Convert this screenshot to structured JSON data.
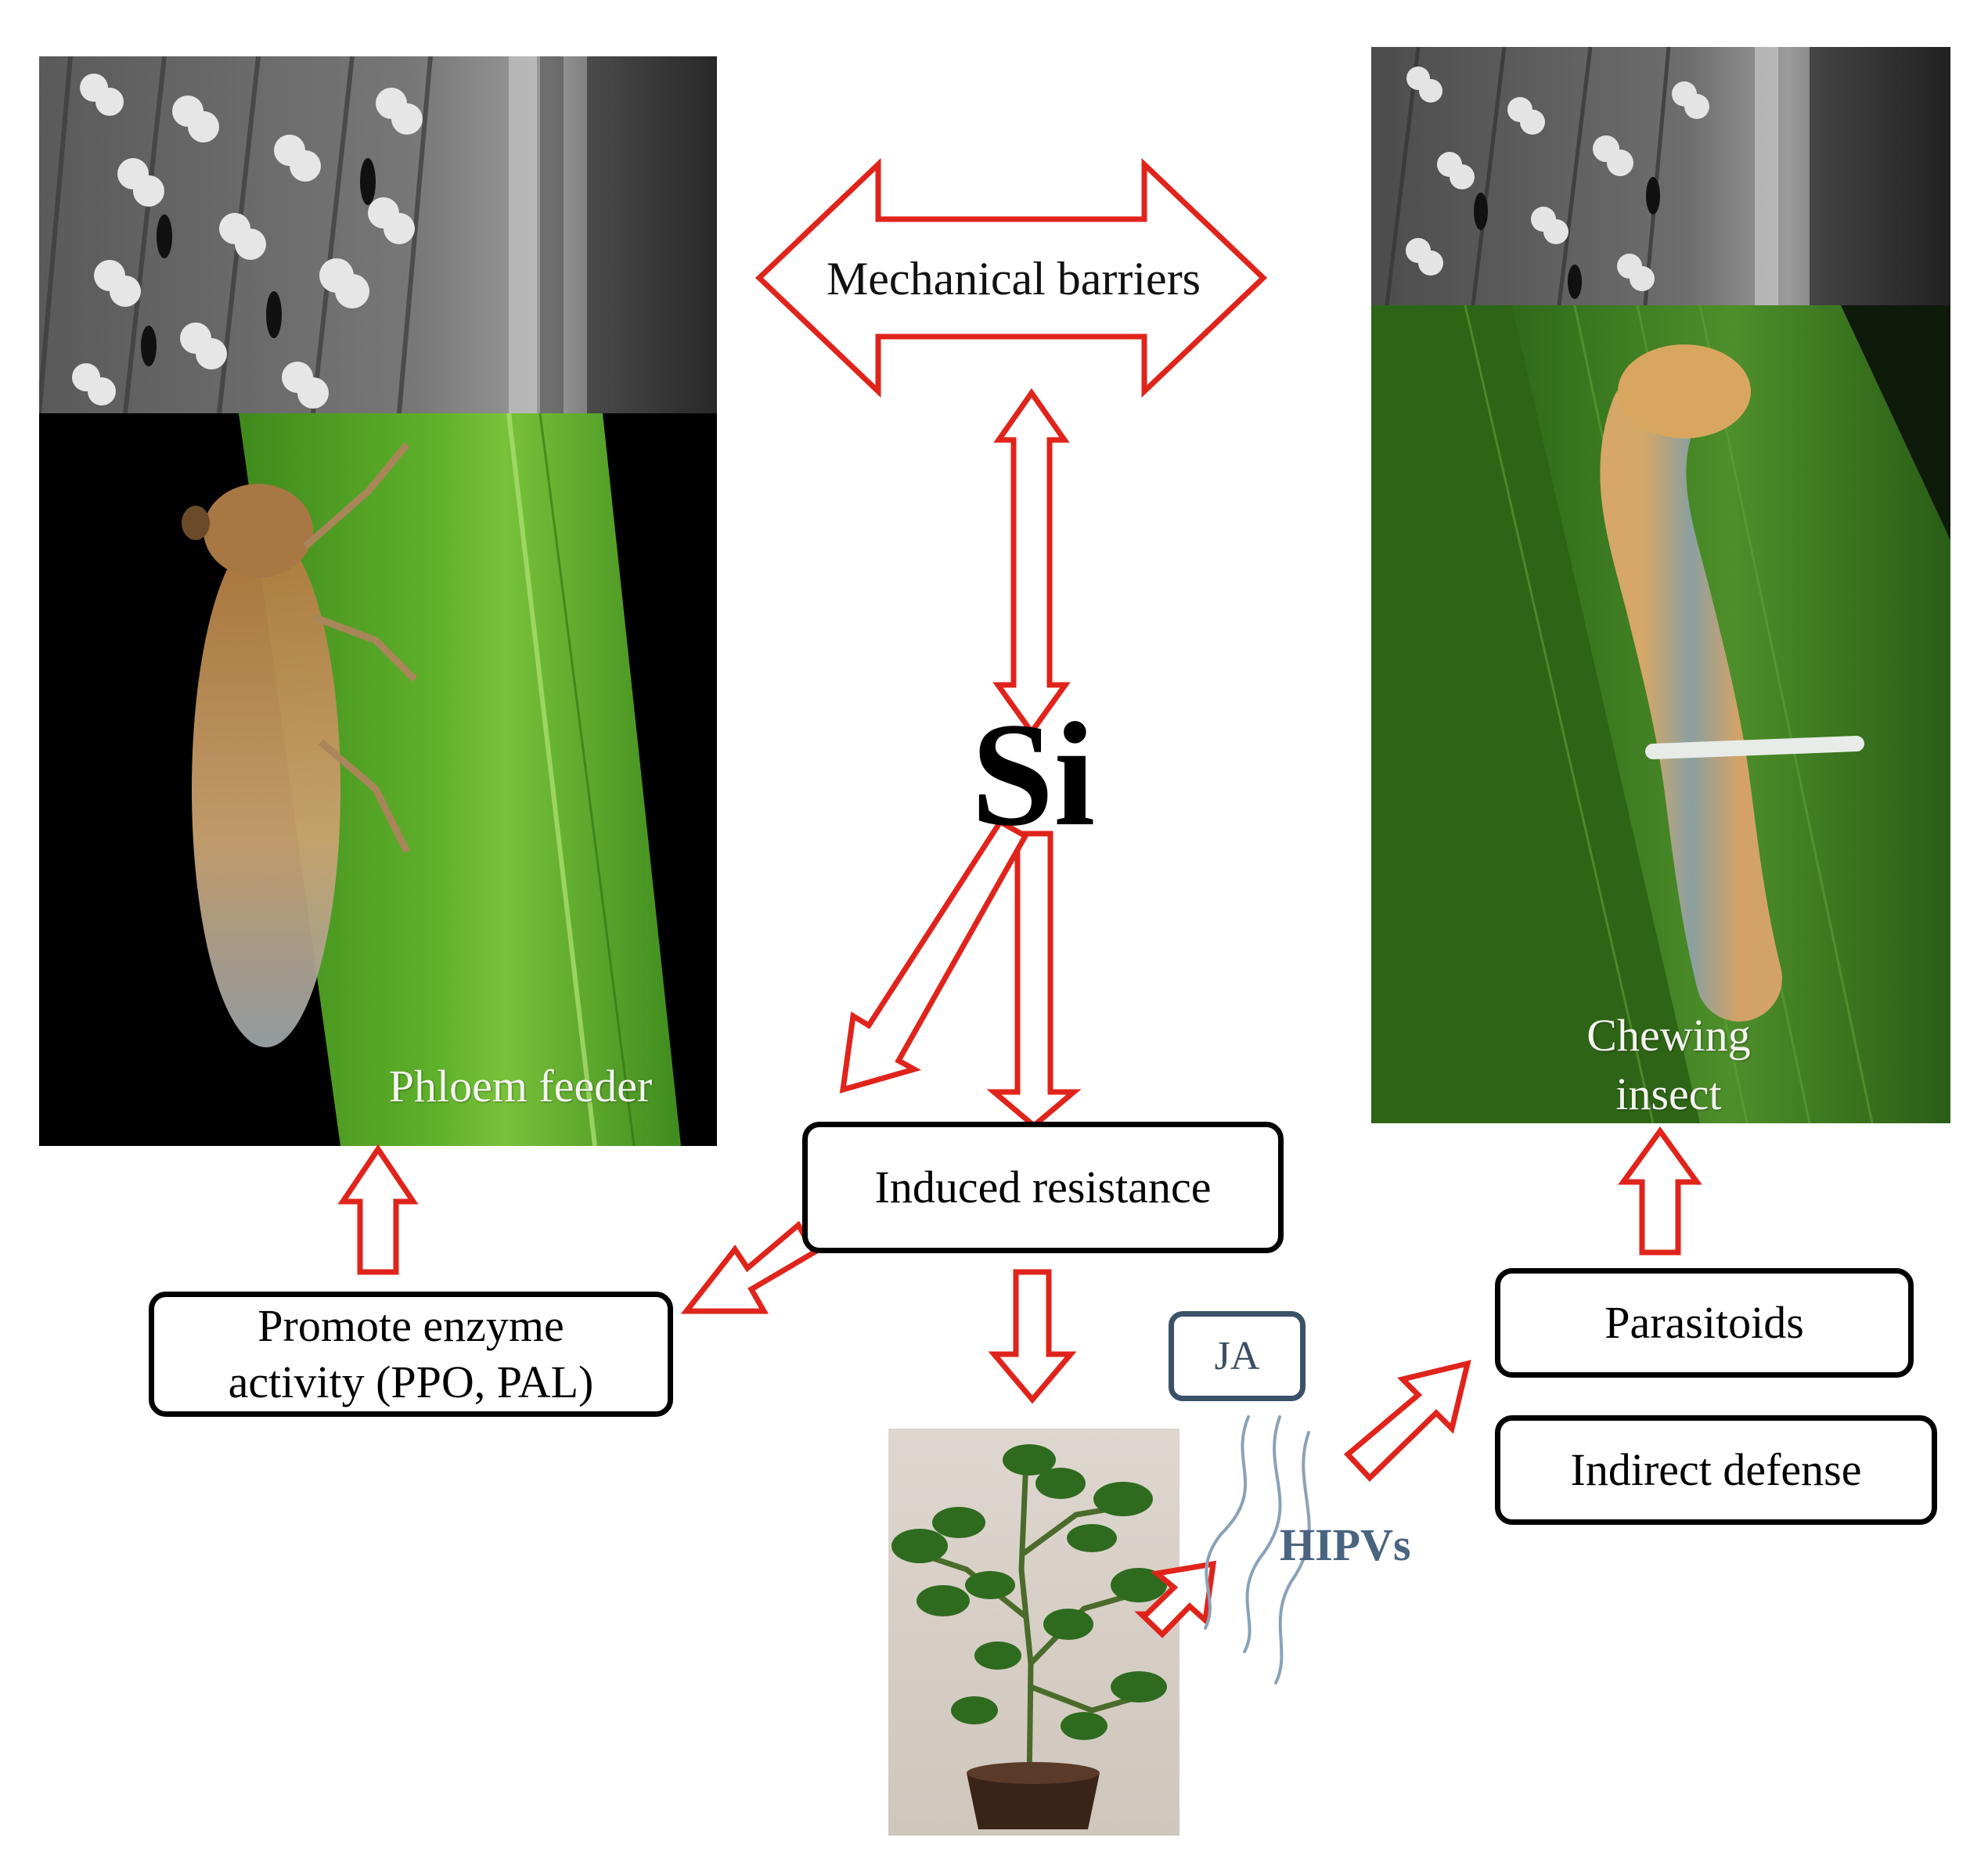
{
  "center": {
    "element": "Si"
  },
  "nodes": {
    "mechanical": "Mechanical barriers",
    "induced": "Induced resistance",
    "enzyme_line1": "Promote enzyme",
    "enzyme_line2": "activity (PPO, PAL)",
    "parasitoids": "Parasitoids",
    "indirect": "Indirect defense",
    "ja": "JA",
    "hipvs": "HIPVs"
  },
  "photos": {
    "left_label": "Phloem feeder",
    "right_label_line1": "Chewing",
    "right_label_line2": "insect"
  },
  "colors": {
    "arrow": "#e0241b",
    "node_border": "#000000",
    "ja_border": "#3b5168",
    "hipvs_text": "#4a6480"
  }
}
